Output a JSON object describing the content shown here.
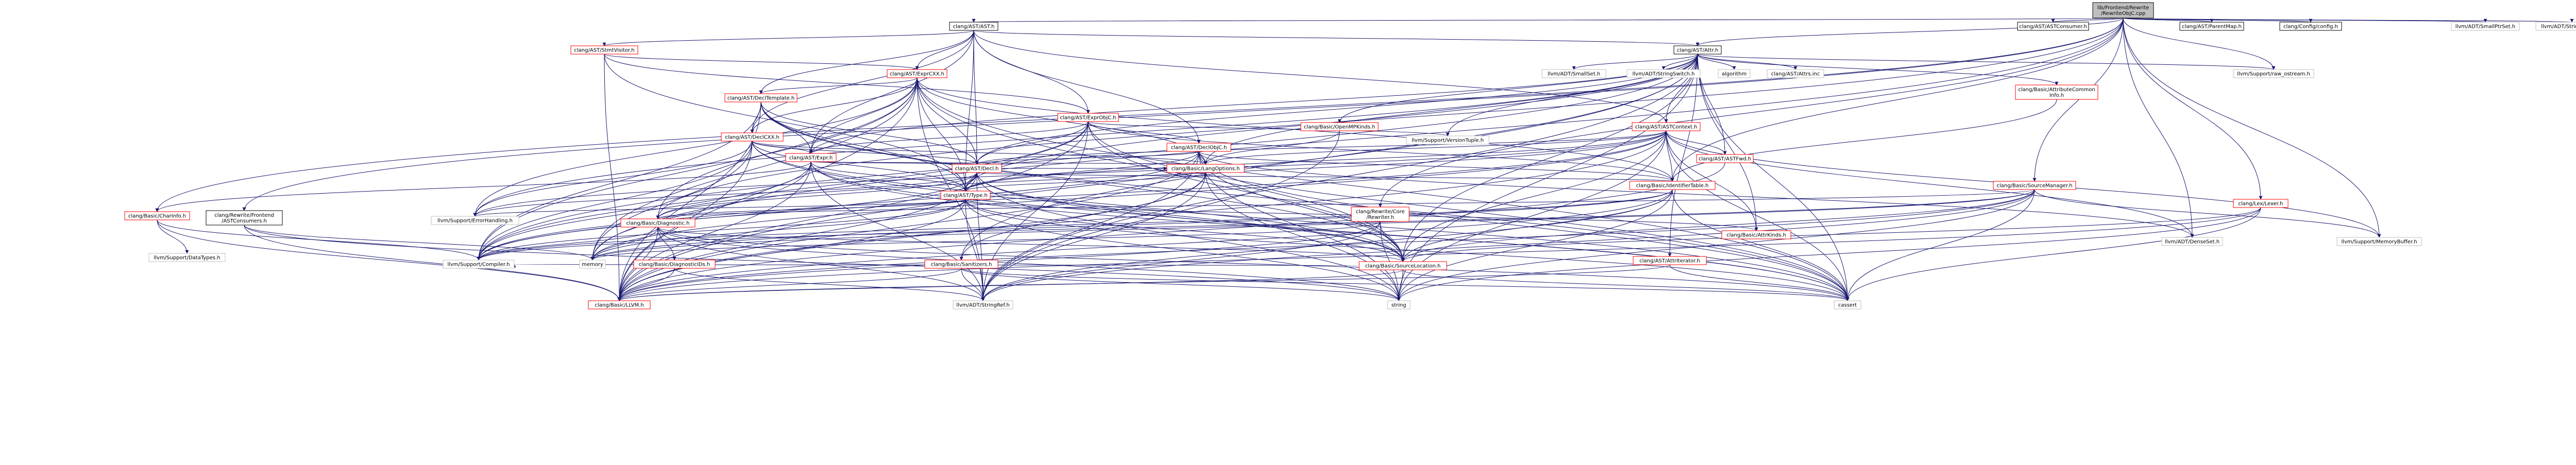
{
  "graph": {
    "title": "lib/Frontend/Rewrite/RewriteObjC.cpp",
    "colors": {
      "root_fill": "#bfbfbf",
      "node_fill": "#ffffff",
      "border_black": "#000000",
      "border_red": "#ff0000",
      "border_grey": "#bfbfbf",
      "edge": "#191970",
      "text_default": "#000000",
      "text_red": "#ff0000"
    },
    "nodes": [
      {
        "id": "root",
        "lines": [
          "lib/Frontend/Rewrite",
          "/RewriteObjC.cpp"
        ],
        "style": "root"
      },
      {
        "id": "ast_h",
        "label": "clang/AST/AST.h",
        "style": "black"
      },
      {
        "id": "astconsumer",
        "label": "clang/AST/ASTConsumer.h",
        "style": "black"
      },
      {
        "id": "parentmap",
        "label": "clang/AST/ParentMap.h",
        "style": "black"
      },
      {
        "id": "config",
        "label": "clang/Config/config.h",
        "style": "black"
      },
      {
        "id": "smallptrset",
        "label": "llvm/ADT/SmallPtrSet.h",
        "style": "grey"
      },
      {
        "id": "stringextras",
        "label": "llvm/ADT/StringExtras.h",
        "style": "grey"
      },
      {
        "id": "stmtvisitor",
        "label": "clang/AST/StmtVisitor.h",
        "style": "red"
      },
      {
        "id": "attr_h",
        "label": "clang/AST/Attr.h",
        "style": "black"
      },
      {
        "id": "exprcxx",
        "label": "clang/AST/ExprCXX.h",
        "style": "red"
      },
      {
        "id": "smallset",
        "label": "llvm/ADT/SmallSet.h",
        "style": "grey"
      },
      {
        "id": "stringswitch",
        "label": "llvm/ADT/StringSwitch.h",
        "style": "grey"
      },
      {
        "id": "algorithm",
        "label": "algorithm",
        "style": "grey"
      },
      {
        "id": "attrsinc",
        "label": "clang/AST/Attrs.inc",
        "style": "grey"
      },
      {
        "id": "raw_ostream",
        "label": "llvm/Support/raw_ostream.h",
        "style": "grey"
      },
      {
        "id": "attrcommoninfo",
        "lines": [
          "clang/Basic/AttributeCommon",
          "Info.h"
        ],
        "style": "red"
      },
      {
        "id": "decltemplate",
        "label": "clang/AST/DeclTemplate.h",
        "style": "red"
      },
      {
        "id": "exprobjc",
        "label": "clang/AST/ExprObjC.h",
        "style": "red"
      },
      {
        "id": "openmpkinds",
        "label": "clang/Basic/OpenMPKinds.h",
        "style": "red"
      },
      {
        "id": "astcontext",
        "label": "clang/AST/ASTContext.h",
        "style": "red"
      },
      {
        "id": "declcxx",
        "label": "clang/AST/DeclCXX.h",
        "style": "red"
      },
      {
        "id": "versiontuple",
        "label": "llvm/Support/VersionTuple.h",
        "style": "grey"
      },
      {
        "id": "declobjc",
        "label": "clang/AST/DeclObjC.h",
        "style": "red"
      },
      {
        "id": "expr_h",
        "label": "clang/AST/Expr.h",
        "style": "red"
      },
      {
        "id": "astfwd",
        "label": "clang/AST/ASTFwd.h",
        "style": "red"
      },
      {
        "id": "langoptions",
        "label": "clang/Basic/LangOptions.h",
        "style": "red"
      },
      {
        "id": "decl_h",
        "label": "clang/AST/Decl.h",
        "style": "red"
      },
      {
        "id": "identifiertable",
        "label": "clang/Basic/IdentifierTable.h",
        "style": "red"
      },
      {
        "id": "sourcemanager",
        "label": "clang/Basic/SourceManager.h",
        "style": "red"
      },
      {
        "id": "type_h",
        "label": "clang/AST/Type.h",
        "style": "red"
      },
      {
        "id": "rewritecore",
        "lines": [
          "clang/Rewrite/Core",
          "/Rewriter.h"
        ],
        "style": "red"
      },
      {
        "id": "lexer",
        "label": "clang/Lex/Lexer.h",
        "style": "red"
      },
      {
        "id": "charinfo",
        "label": "clang/Basic/CharInfo.h",
        "style": "red"
      },
      {
        "id": "rewritefrontend",
        "lines": [
          "clang/Rewrite/Frontend",
          "/ASTConsumers.h"
        ],
        "style": "black"
      },
      {
        "id": "errorhandling",
        "label": "llvm/Support/ErrorHandling.h",
        "style": "grey"
      },
      {
        "id": "diagnostic",
        "label": "clang/Basic/Diagnostic.h",
        "style": "red"
      },
      {
        "id": "attrkinds",
        "label": "clang/Basic/AttrKinds.h",
        "style": "red"
      },
      {
        "id": "denseset",
        "label": "llvm/ADT/DenseSet.h",
        "style": "grey"
      },
      {
        "id": "memorybuffer",
        "label": "llvm/Support/MemoryBuffer.h",
        "style": "grey"
      },
      {
        "id": "datatypes",
        "label": "llvm/Support/DataTypes.h",
        "style": "grey"
      },
      {
        "id": "compiler",
        "label": "llvm/Support/Compiler.h",
        "style": "grey"
      },
      {
        "id": "memory",
        "label": "memory",
        "style": "grey"
      },
      {
        "id": "diagnosticids",
        "label": "clang/Basic/DiagnosticIDs.h",
        "style": "red"
      },
      {
        "id": "sanitizers",
        "label": "clang/Basic/Sanitizers.h",
        "style": "red"
      },
      {
        "id": "sourcelocation",
        "label": "clang/Basic/SourceLocation.h",
        "style": "red"
      },
      {
        "id": "attriterator",
        "label": "clang/AST/AttrIterator.h",
        "style": "red"
      },
      {
        "id": "basicllvm",
        "label": "clang/Basic/LLVM.h",
        "style": "red"
      },
      {
        "id": "stringref",
        "label": "llvm/ADT/StringRef.h",
        "style": "grey"
      },
      {
        "id": "string",
        "label": "string",
        "style": "grey"
      },
      {
        "id": "cassert",
        "label": "cassert",
        "style": "grey"
      }
    ],
    "edges": [
      [
        "root",
        "ast_h"
      ],
      [
        "root",
        "astconsumer"
      ],
      [
        "root",
        "parentmap"
      ],
      [
        "root",
        "config"
      ],
      [
        "root",
        "smallptrset"
      ],
      [
        "root",
        "stringextras"
      ],
      [
        "root",
        "attr_h"
      ],
      [
        "root",
        "raw_ostream"
      ],
      [
        "root",
        "identifiertable"
      ],
      [
        "root",
        "sourcemanager"
      ],
      [
        "root",
        "rewritecore"
      ],
      [
        "root",
        "lexer"
      ],
      [
        "root",
        "charinfo"
      ],
      [
        "root",
        "rewritefrontend"
      ],
      [
        "root",
        "diagnostic"
      ],
      [
        "root",
        "denseset"
      ],
      [
        "root",
        "memorybuffer"
      ],
      [
        "root",
        "memory"
      ],
      [
        "ast_h",
        "stmtvisitor"
      ],
      [
        "ast_h",
        "attr_h"
      ],
      [
        "ast_h",
        "exprcxx"
      ],
      [
        "ast_h",
        "decltemplate"
      ],
      [
        "ast_h",
        "exprobjc"
      ],
      [
        "ast_h",
        "declcxx"
      ],
      [
        "ast_h",
        "declobjc"
      ],
      [
        "ast_h",
        "expr_h"
      ],
      [
        "ast_h",
        "decl_h"
      ],
      [
        "ast_h",
        "type_h"
      ],
      [
        "ast_h",
        "astcontext"
      ],
      [
        "stmtvisitor",
        "exprcxx"
      ],
      [
        "stmtvisitor",
        "exprobjc"
      ],
      [
        "stmtvisitor",
        "basicllvm"
      ],
      [
        "stmtvisitor",
        "type_h"
      ],
      [
        "attr_h",
        "smallset"
      ],
      [
        "attr_h",
        "stringswitch"
      ],
      [
        "attr_h",
        "algorithm"
      ],
      [
        "attr_h",
        "attrsinc"
      ],
      [
        "attr_h",
        "raw_ostream"
      ],
      [
        "attr_h",
        "attrcommoninfo"
      ],
      [
        "attr_h",
        "openmpkinds"
      ],
      [
        "attr_h",
        "astcontext"
      ],
      [
        "attr_h",
        "versiontuple"
      ],
      [
        "attr_h",
        "expr_h"
      ],
      [
        "attr_h",
        "astfwd"
      ],
      [
        "attr_h",
        "decl_h"
      ],
      [
        "attr_h",
        "type_h"
      ],
      [
        "attr_h",
        "attrkinds"
      ],
      [
        "attr_h",
        "sourcelocation"
      ],
      [
        "attr_h",
        "attriterator"
      ],
      [
        "attr_h",
        "basicllvm"
      ],
      [
        "attr_h",
        "errorhandling"
      ],
      [
        "attr_h",
        "sanitizers"
      ],
      [
        "attr_h",
        "cassert"
      ],
      [
        "attr_h",
        "langoptions"
      ],
      [
        "attr_h",
        "compiler"
      ],
      [
        "attr_h",
        "stringref"
      ],
      [
        "attr_h",
        "string"
      ],
      [
        "exprcxx",
        "decltemplate"
      ],
      [
        "exprcxx",
        "declcxx"
      ],
      [
        "exprcxx",
        "expr_h"
      ],
      [
        "exprcxx",
        "decl_h"
      ],
      [
        "exprcxx",
        "type_h"
      ],
      [
        "exprcxx",
        "langoptions"
      ],
      [
        "exprcxx",
        "identifiertable"
      ],
      [
        "exprcxx",
        "sourcelocation"
      ],
      [
        "exprcxx",
        "basicllvm"
      ],
      [
        "exprcxx",
        "compiler"
      ],
      [
        "exprcxx",
        "errorhandling"
      ],
      [
        "exprcxx",
        "stringref"
      ],
      [
        "exprcxx",
        "cassert"
      ],
      [
        "exprcxx",
        "memory"
      ],
      [
        "exprcxx",
        "diagnostic"
      ],
      [
        "attrcommoninfo",
        "identifiertable"
      ],
      [
        "decltemplate",
        "declcxx"
      ],
      [
        "decltemplate",
        "decl_h"
      ],
      [
        "decltemplate",
        "type_h"
      ],
      [
        "decltemplate",
        "basicllvm"
      ],
      [
        "decltemplate",
        "sourcelocation"
      ],
      [
        "decltemplate",
        "compiler"
      ],
      [
        "decltemplate",
        "cassert"
      ],
      [
        "decltemplate",
        "expr_h"
      ],
      [
        "exprobjc",
        "declobjc"
      ],
      [
        "exprobjc",
        "expr_h"
      ],
      [
        "exprobjc",
        "decl_h"
      ],
      [
        "exprobjc",
        "type_h"
      ],
      [
        "exprobjc",
        "identifiertable"
      ],
      [
        "exprobjc",
        "sourcelocation"
      ],
      [
        "exprobjc",
        "basicllvm"
      ],
      [
        "exprobjc",
        "compiler"
      ],
      [
        "exprobjc",
        "versiontuple"
      ],
      [
        "exprobjc",
        "cassert"
      ],
      [
        "exprobjc",
        "stringref"
      ],
      [
        "openmpkinds",
        "langoptions"
      ],
      [
        "openmpkinds",
        "stringref"
      ],
      [
        "astcontext",
        "astfwd"
      ],
      [
        "astcontext",
        "decl_h"
      ],
      [
        "astcontext",
        "type_h"
      ],
      [
        "astcontext",
        "langoptions"
      ],
      [
        "astcontext",
        "identifiertable"
      ],
      [
        "astcontext",
        "sourcelocation"
      ],
      [
        "astcontext",
        "basicllvm"
      ],
      [
        "astcontext",
        "attrkinds"
      ],
      [
        "astcontext",
        "diagnostic"
      ],
      [
        "astcontext",
        "compiler"
      ],
      [
        "astcontext",
        "errorhandling"
      ],
      [
        "astcontext",
        "memory"
      ],
      [
        "astcontext",
        "string"
      ],
      [
        "astcontext",
        "cassert"
      ],
      [
        "astcontext",
        "denseset"
      ],
      [
        "astcontext",
        "memorybuffer"
      ],
      [
        "declcxx",
        "decl_h"
      ],
      [
        "declcxx",
        "expr_h"
      ],
      [
        "declcxx",
        "type_h"
      ],
      [
        "declcxx",
        "langoptions"
      ],
      [
        "declcxx",
        "sourcelocation"
      ],
      [
        "declcxx",
        "basicllvm"
      ],
      [
        "declcxx",
        "compiler"
      ],
      [
        "declcxx",
        "cassert"
      ],
      [
        "declcxx",
        "memory"
      ],
      [
        "declcxx",
        "errorhandling"
      ],
      [
        "declobjc",
        "decl_h"
      ],
      [
        "declobjc",
        "type_h"
      ],
      [
        "declobjc",
        "langoptions"
      ],
      [
        "declobjc",
        "identifiertable"
      ],
      [
        "declobjc",
        "sourcelocation"
      ],
      [
        "declobjc",
        "basicllvm"
      ],
      [
        "declobjc",
        "compiler"
      ],
      [
        "declobjc",
        "denseset"
      ],
      [
        "declobjc",
        "cassert"
      ],
      [
        "declobjc",
        "string"
      ],
      [
        "declobjc",
        "stringref"
      ],
      [
        "expr_h",
        "decl_h"
      ],
      [
        "expr_h",
        "type_h"
      ],
      [
        "expr_h",
        "langoptions"
      ],
      [
        "expr_h",
        "sourcelocation"
      ],
      [
        "expr_h",
        "basicllvm"
      ],
      [
        "expr_h",
        "compiler"
      ],
      [
        "expr_h",
        "cassert"
      ],
      [
        "expr_h",
        "memory"
      ],
      [
        "expr_h",
        "stringref"
      ],
      [
        "expr_h",
        "charinfo"
      ],
      [
        "langoptions",
        "sanitizers"
      ],
      [
        "langoptions",
        "basicllvm"
      ],
      [
        "langoptions",
        "stringref"
      ],
      [
        "langoptions",
        "string"
      ],
      [
        "decl_h",
        "type_h"
      ],
      [
        "decl_h",
        "diagnostic"
      ],
      [
        "decl_h",
        "identifiertable"
      ],
      [
        "decl_h",
        "langoptions"
      ],
      [
        "decl_h",
        "sourcelocation"
      ],
      [
        "decl_h",
        "basicllvm"
      ],
      [
        "decl_h",
        "compiler"
      ],
      [
        "decl_h",
        "stringref"
      ],
      [
        "decl_h",
        "cassert"
      ],
      [
        "decl_h",
        "string"
      ],
      [
        "decl_h",
        "errorhandling"
      ],
      [
        "identifiertable",
        "sourcelocation"
      ],
      [
        "identifiertable",
        "basicllvm"
      ],
      [
        "identifiertable",
        "compiler"
      ],
      [
        "identifiertable",
        "stringref"
      ],
      [
        "identifiertable",
        "cassert"
      ],
      [
        "identifiertable",
        "string"
      ],
      [
        "identifiertable",
        "memory"
      ],
      [
        "sourcemanager",
        "sourcelocation"
      ],
      [
        "sourcemanager",
        "diagnostic"
      ],
      [
        "sourcemanager",
        "basicllvm"
      ],
      [
        "sourcemanager",
        "memorybuffer"
      ],
      [
        "sourcemanager",
        "compiler"
      ],
      [
        "sourcemanager",
        "stringref"
      ],
      [
        "sourcemanager",
        "cassert"
      ],
      [
        "sourcemanager",
        "memory"
      ],
      [
        "sourcemanager",
        "string"
      ],
      [
        "type_h",
        "diagnostic"
      ],
      [
        "type_h",
        "attrkinds"
      ],
      [
        "type_h",
        "sourcelocation"
      ],
      [
        "type_h",
        "basicllvm"
      ],
      [
        "type_h",
        "langoptions"
      ],
      [
        "type_h",
        "compiler"
      ],
      [
        "type_h",
        "errorhandling"
      ],
      [
        "type_h",
        "stringref"
      ],
      [
        "type_h",
        "cassert"
      ],
      [
        "type_h",
        "string"
      ],
      [
        "type_h",
        "memory"
      ],
      [
        "rewritecore",
        "sourcelocation"
      ],
      [
        "rewritecore",
        "basicllvm"
      ],
      [
        "rewritecore",
        "stringref"
      ],
      [
        "rewritecore",
        "string"
      ],
      [
        "rewritecore",
        "memory"
      ],
      [
        "lexer",
        "sourcelocation"
      ],
      [
        "lexer",
        "basicllvm"
      ],
      [
        "lexer",
        "cassert"
      ],
      [
        "lexer",
        "string"
      ],
      [
        "charinfo",
        "basicllvm"
      ],
      [
        "charinfo",
        "compiler"
      ],
      [
        "charinfo",
        "datatypes"
      ],
      [
        "rewritefrontend",
        "basicllvm"
      ],
      [
        "rewritefrontend",
        "memory"
      ],
      [
        "rewritefrontend",
        "string"
      ],
      [
        "diagnostic",
        "diagnosticids"
      ],
      [
        "diagnostic",
        "sourcelocation"
      ],
      [
        "diagnostic",
        "basicllvm"
      ],
      [
        "diagnostic",
        "compiler"
      ],
      [
        "diagnostic",
        "stringref"
      ],
      [
        "diagnostic",
        "cassert"
      ],
      [
        "diagnostic",
        "memory"
      ],
      [
        "diagnostic",
        "string"
      ],
      [
        "diagnosticids",
        "basicllvm"
      ],
      [
        "diagnosticids",
        "stringref"
      ],
      [
        "sanitizers",
        "basicllvm"
      ],
      [
        "sanitizers",
        "stringref"
      ],
      [
        "sanitizers",
        "cassert"
      ],
      [
        "sanitizers",
        "string"
      ],
      [
        "sourcelocation",
        "basicllvm"
      ],
      [
        "sourcelocation",
        "compiler"
      ],
      [
        "sourcelocation",
        "cassert"
      ],
      [
        "sourcelocation",
        "string"
      ],
      [
        "attriterator",
        "basicllvm"
      ],
      [
        "attriterator",
        "cassert"
      ],
      [
        "astfwd",
        "basicllvm"
      ]
    ]
  }
}
